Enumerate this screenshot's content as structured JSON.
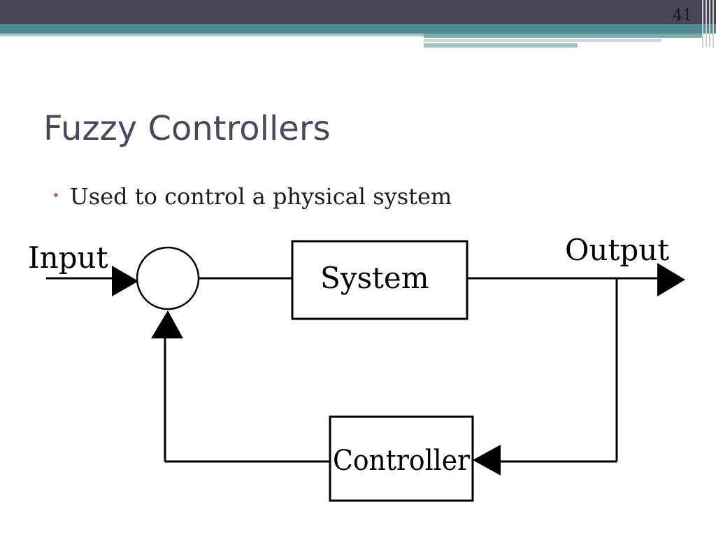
{
  "slide": {
    "page_number": "41",
    "title": "Fuzzy Controllers",
    "bullets": [
      "Used to control a physical system"
    ]
  },
  "diagram": {
    "labels": {
      "input": "Input",
      "output": "Output",
      "system": "System",
      "controller": "Controller"
    }
  },
  "theme": {
    "header_dark": "#474557",
    "header_teal": "#4d8b8e",
    "title_color": "#474a5e",
    "bullet_color": "#a560b8"
  }
}
